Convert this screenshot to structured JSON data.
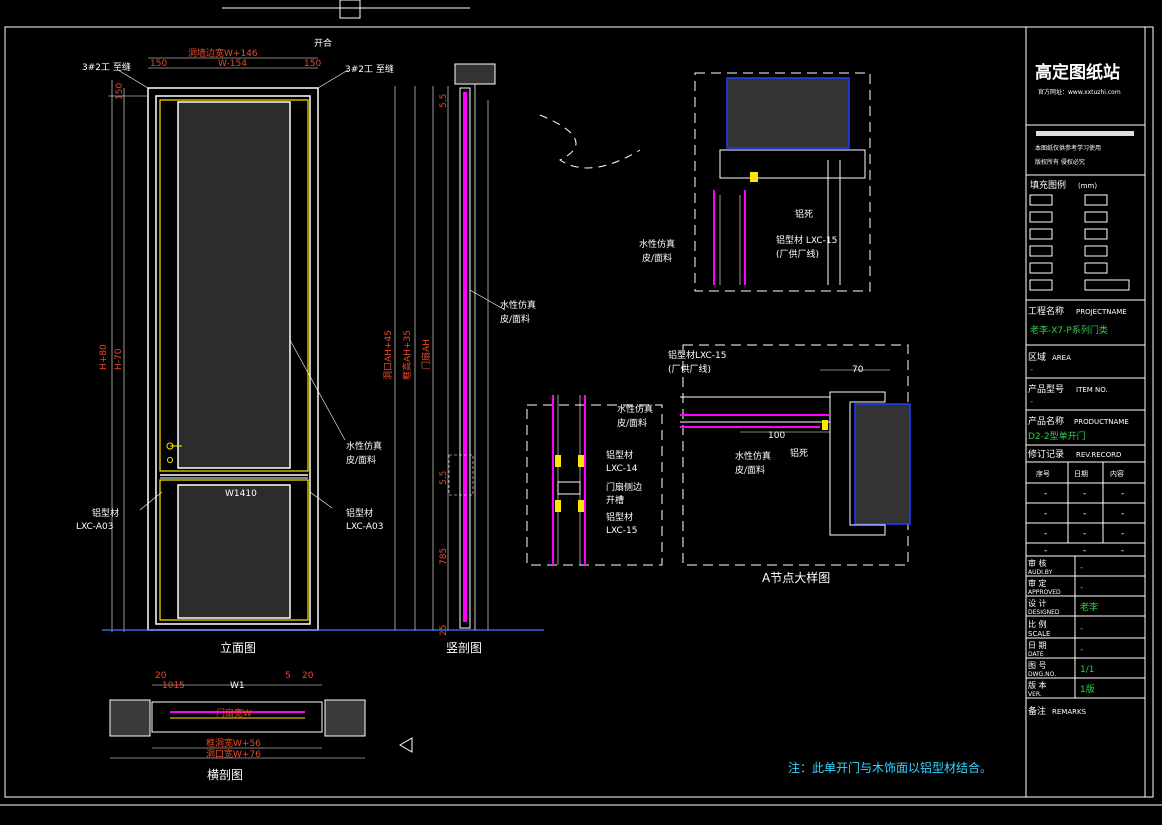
{
  "colors": {
    "bg": "#000000",
    "frame": "#ffffff",
    "door_edge": "#ffe600",
    "panel": "#3a3a3a",
    "accent": "#ff00ff",
    "dim": "#e94a2a",
    "cyan": "#37d6ff",
    "green": "#2fd24c",
    "blue": "#1a3cff"
  },
  "elevation": {
    "top_dim": "洞墙边宽W+146",
    "top_dim2": "W-154",
    "dim_150_left": "150",
    "dim_150_right": "150",
    "left_note": "3#2工 至缝",
    "right_note": "3#2工 至缝",
    "open_note": "开合",
    "side_150": "150",
    "height_outer": "H+80",
    "height_inner": "H-70",
    "mid_dim": "W1410",
    "panel_note_1": "水性仿真",
    "panel_note_2": "皮/面料",
    "left_profile_1": "铝型材",
    "left_profile_2": "LXC-A03",
    "right_profile_1": "铝型材",
    "right_profile_2": "LXC-A03",
    "caption": "立面图"
  },
  "section": {
    "dim_a": "洞口AH+45",
    "dim_b": "框高AH+35",
    "dim_c": "门扇AH",
    "note_1": "水性仿真",
    "note_2": "皮/面料",
    "d1": "5.5",
    "d2": "5.5",
    "d3": "785",
    "d4": "25",
    "caption": "竖剖图"
  },
  "plan": {
    "d20l": "20",
    "d1015": "1015",
    "w1": "W1",
    "d5": "5",
    "d20r": "20",
    "inner": "门扇宽W",
    "outer1": "框洞宽W+56",
    "outer2": "洞口宽W+76",
    "caption": "横剖图"
  },
  "detail_top": {
    "n1": "铝死",
    "n2": "铝型材 LXC-15",
    "n3": "(厂供厂线)",
    "n4": "水性仿真",
    "n5": "皮/面料"
  },
  "detail_mid": {
    "n1": "水性仿真",
    "n2": "皮/面料",
    "n3": "铝型材",
    "n4": "LXC-14",
    "n5": "门扇侧边",
    "n6": "开槽",
    "n7": "铝型材",
    "n8": "LXC-15"
  },
  "detail_a": {
    "n1": "铝型材LXC-15",
    "n2": "(厂供厂线)",
    "n3": "水性仿真",
    "n4": "皮/面料",
    "n5": "铝死",
    "d70": "70",
    "d100": "100",
    "caption": "A节点大样图"
  },
  "note": "注：此单开门与木饰面以铝型材结合。",
  "titleblock": {
    "logo": "高定图纸站",
    "site": "官方网址：www.xxtuzhi.com",
    "r1": "本图纸仅供参考学习使用",
    "r2": "版权所有 侵权必究",
    "legend_title": "填充图例",
    "legend_unit": "(mm)",
    "project_label": "工程名称",
    "project_label_en": "PROJECTNAME",
    "project_value": "老李-X7-P系列门类",
    "area_label": "区域",
    "area_label_en": "AREA",
    "area_value": "-",
    "item_label": "产品型号",
    "item_label_en": "ITEM NO.",
    "item_value": "-",
    "product_label": "产品名称",
    "product_label_en": "PRODUCTNAME",
    "product_value": "D2-2型单开门",
    "rev_label": "修订记录",
    "rev_label_en": "REV.RECORD",
    "rev_cols": [
      "序号",
      "日期",
      "内容"
    ],
    "rev_rows": [
      [
        "-",
        "-",
        "-"
      ],
      [
        "-",
        "-",
        "-"
      ],
      [
        "-",
        "-",
        "-"
      ],
      [
        "-",
        "-",
        "-"
      ]
    ],
    "fields": [
      {
        "label": "审 核",
        "en": "AUDI.BY",
        "value": "-"
      },
      {
        "label": "审 定",
        "en": "APPROVED",
        "value": "-"
      },
      {
        "label": "设 计",
        "en": "DESIGNED",
        "value": "老李"
      },
      {
        "label": "比 例",
        "en": "SCALE",
        "value": "-"
      },
      {
        "label": "日 期",
        "en": "DATE",
        "value": "-"
      },
      {
        "label": "图 号",
        "en": "DWG.NO.",
        "value": "1/1"
      },
      {
        "label": "版 本",
        "en": "VER.",
        "value": "1版"
      }
    ],
    "remarks_label": "备注",
    "remarks_en": "REMARKS"
  }
}
